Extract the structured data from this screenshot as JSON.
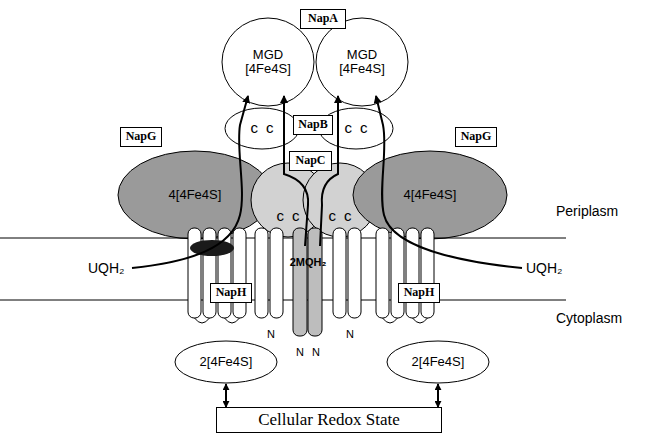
{
  "diagram": {
    "nodes": [
      {
        "text": [
          "NapA"
        ]
      },
      {
        "text": [
          "MGD [4Fe4S]"
        ]
      },
      {
        "text": [
          "MGD [4Fe4S]"
        ]
      },
      {
        "text": [
          "NapB"
        ]
      },
      {
        "text": [
          "c",
          "c"
        ]
      },
      {
        "text": [
          "c",
          "c"
        ]
      },
      {
        "text": [
          "NapG"
        ]
      },
      {
        "text": [
          "NapC"
        ]
      },
      {
        "text": [
          "NapG"
        ]
      },
      {
        "text": [
          "4[4Fe4S]"
        ]
      },
      {
        "text": [
          "c",
          "c"
        ]
      },
      {
        "text": [
          "c",
          "c"
        ]
      },
      {
        "text": [
          "4[4Fe4S]"
        ]
      },
      {
        "text": [
          "NapH"
        ]
      },
      {
        "text": [
          "NapH"
        ]
      },
      {
        "text": [
          "2[4Fe4S]"
        ]
      },
      {
        "text": [
          "2[4Fe4S]"
        ]
      },
      {
        "text": [
          "Cellular Redox State"
        ]
      }
    ],
    "edges": [
      {
        "from": 15,
        "to": 17,
        "arrow": "both"
      },
      {
        "from": 16,
        "to": 17,
        "arrow": "both"
      }
    ],
    "labels": [
      "Periplasm",
      "UQH₂",
      "2MQH₂",
      "UQH₂",
      "Cytoplasm",
      "N",
      "N",
      "N",
      "N"
    ]
  }
}
